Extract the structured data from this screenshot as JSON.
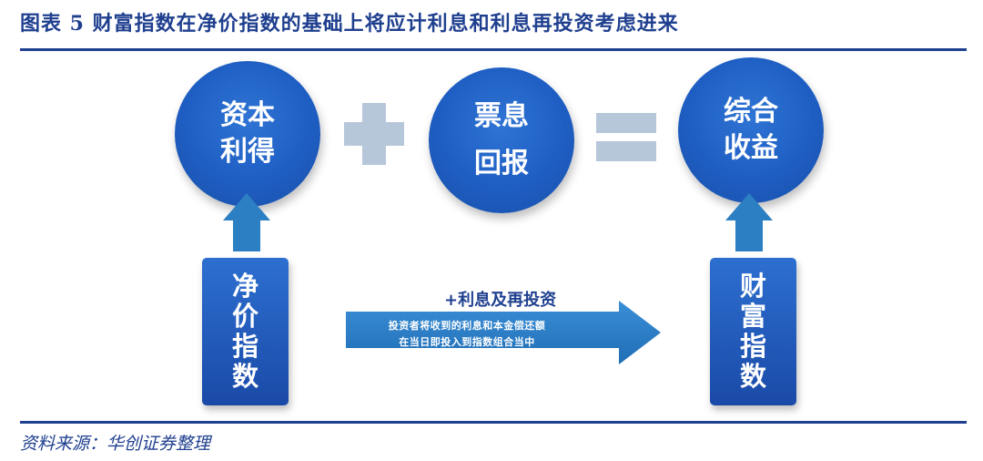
{
  "title": "图表 5   财富指数在净价指数的基础上将应计利息和利息再投资考虑进来",
  "source": "资料来源：华创证券整理",
  "circles": {
    "capital_gain": [
      "资本",
      "利得"
    ],
    "coupon_return": [
      "票息",
      "回报"
    ],
    "total_return": [
      "综合",
      "收益"
    ]
  },
  "boxes": {
    "net_price_index": [
      "净",
      "价",
      "指",
      "数"
    ],
    "wealth_index": [
      "财",
      "富",
      "指",
      "数"
    ]
  },
  "arrow": {
    "label": "+利息及再投资",
    "line1": "投资者将收到的利息和本金偿还额",
    "line2": "在当日即投入到指数组合当中"
  },
  "colors": {
    "title": "#1f3f8f",
    "shape_blue": "#1e5ec3",
    "arrow_blue": "#2c7fc2",
    "operator_gray": "#b7c7da"
  }
}
